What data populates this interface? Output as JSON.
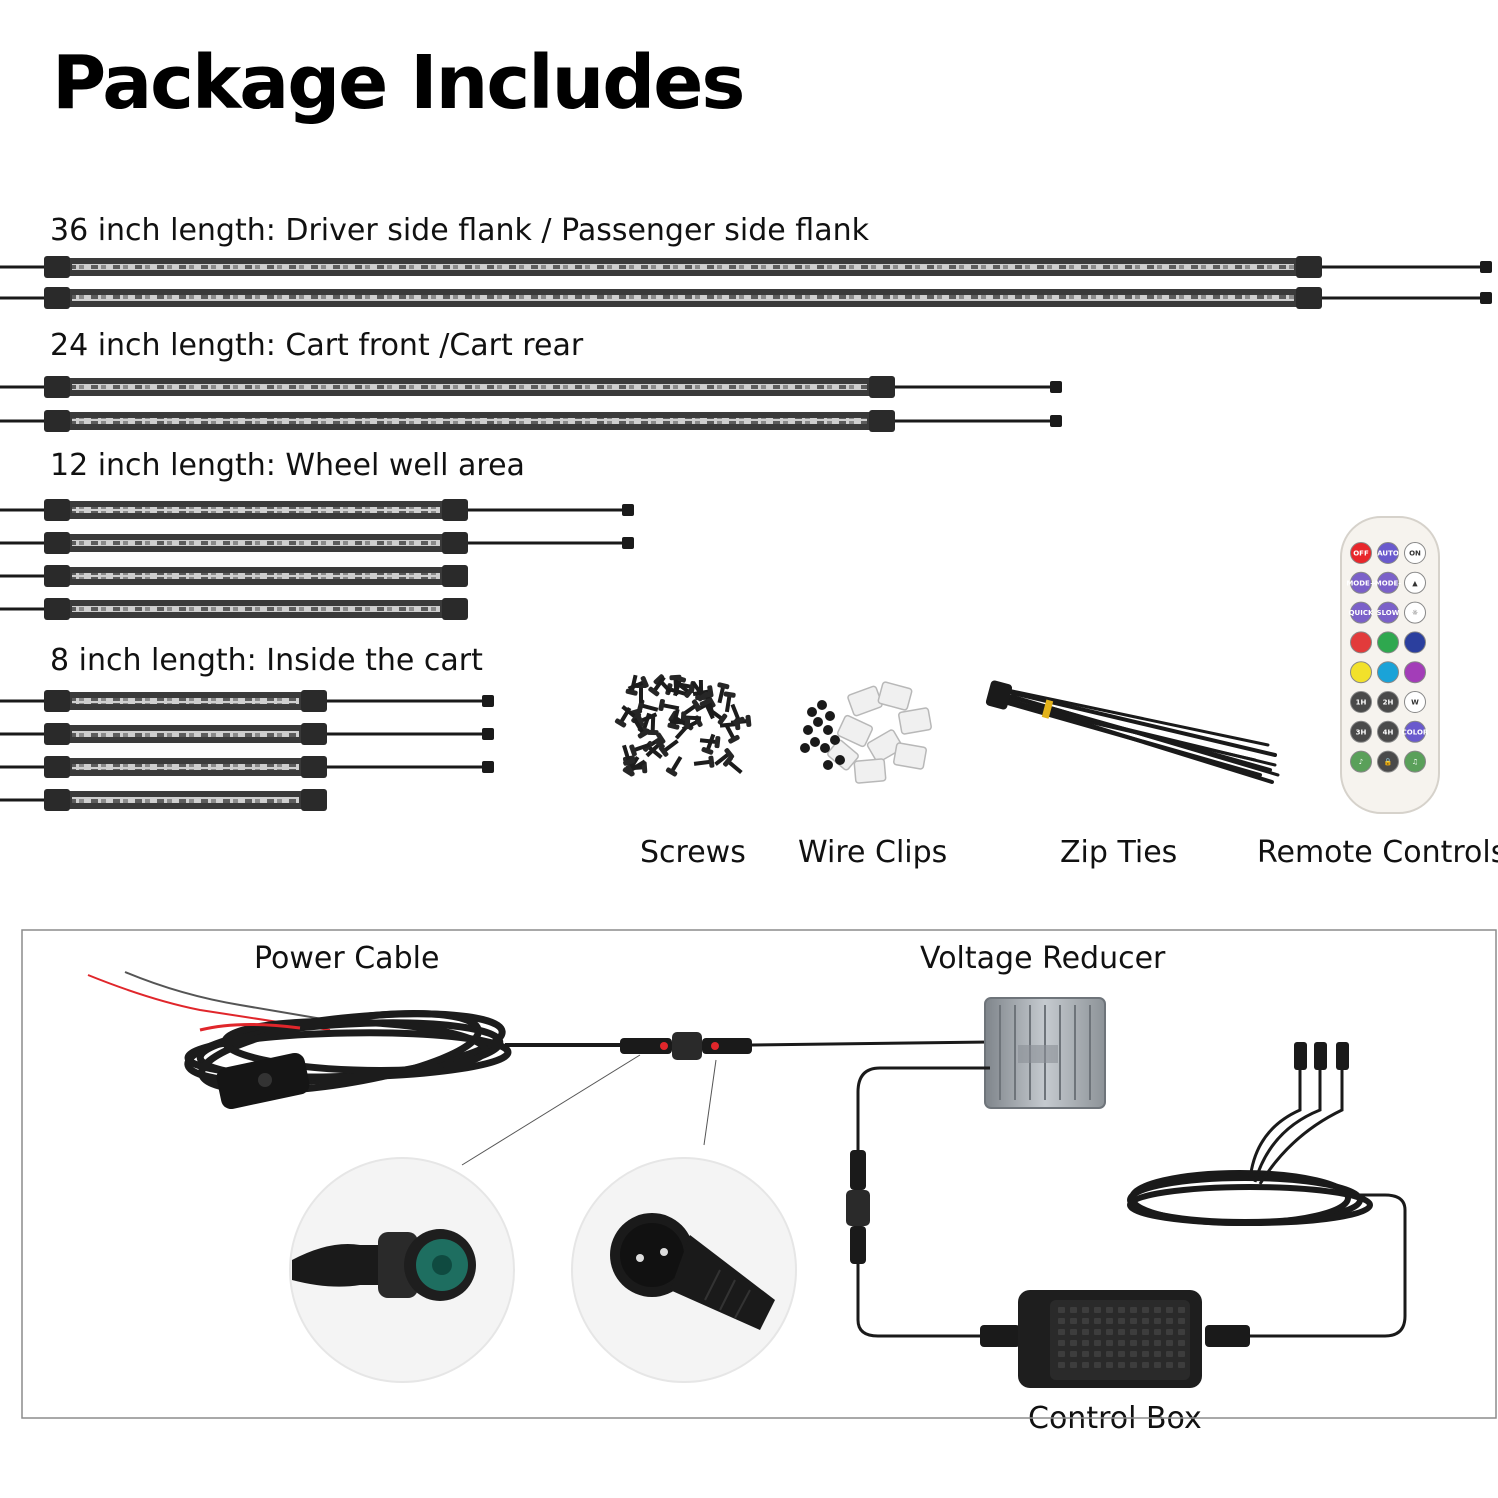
{
  "title": "Package Includes",
  "strip_groups": [
    {
      "label": "36 inch length: Driver side flank / Passenger side flank",
      "count": 2
    },
    {
      "label": "24 inch length: Cart front /Cart rear",
      "count": 2
    },
    {
      "label": "12 inch length: Wheel well area",
      "count": 4
    },
    {
      "label": "8 inch length: Inside the cart",
      "count": 4
    }
  ],
  "accessories": [
    {
      "label": "Screws"
    },
    {
      "label": "Wire Clips"
    },
    {
      "label": "Zip Ties"
    },
    {
      "label": "Remote Controls"
    }
  ],
  "remote": {
    "rows": [
      [
        {
          "t": "OFF",
          "c": "#e8262b"
        },
        {
          "t": "AUTO",
          "c": "#6a5acd"
        },
        {
          "t": "ON",
          "c": "#ffffff"
        }
      ],
      [
        {
          "t": "MODE+",
          "c": "#7b61c9"
        },
        {
          "t": "MODE-",
          "c": "#7b61c9"
        },
        {
          "t": "▲",
          "c": "#ffffff"
        }
      ],
      [
        {
          "t": "QUICK",
          "c": "#7b61c9"
        },
        {
          "t": "SLOW",
          "c": "#7b61c9"
        },
        {
          "t": "☼",
          "c": "#ffffff"
        }
      ],
      [
        {
          "t": "",
          "c": "#e23b3b"
        },
        {
          "t": "",
          "c": "#2fa84f"
        },
        {
          "t": "",
          "c": "#2b3f9e"
        }
      ],
      [
        {
          "t": "",
          "c": "#f2e12b"
        },
        {
          "t": "",
          "c": "#1aa3d8"
        },
        {
          "t": "",
          "c": "#a33db8"
        }
      ],
      [
        {
          "t": "1H",
          "c": "#4a4a4a"
        },
        {
          "t": "2H",
          "c": "#4a4a4a"
        },
        {
          "t": "W",
          "c": "#ffffff"
        }
      ],
      [
        {
          "t": "3H",
          "c": "#4a4a4a"
        },
        {
          "t": "4H",
          "c": "#4a4a4a"
        },
        {
          "t": "COLOR",
          "c": "#6a5acd"
        }
      ],
      [
        {
          "t": "♪",
          "c": "#5aa05a"
        },
        {
          "t": "🔒",
          "c": "#4a4a4a"
        },
        {
          "t": "♫",
          "c": "#5aa05a"
        }
      ]
    ]
  },
  "wiring": {
    "power_cable": "Power Cable",
    "voltage_reducer": "Voltage Reducer",
    "control_box": "Control Box"
  },
  "colors": {
    "strip_body": "#3a3a3a",
    "cable": "#1a1a1a",
    "connector_accent": "#e0262b",
    "reducer": "#9aa0a6"
  }
}
